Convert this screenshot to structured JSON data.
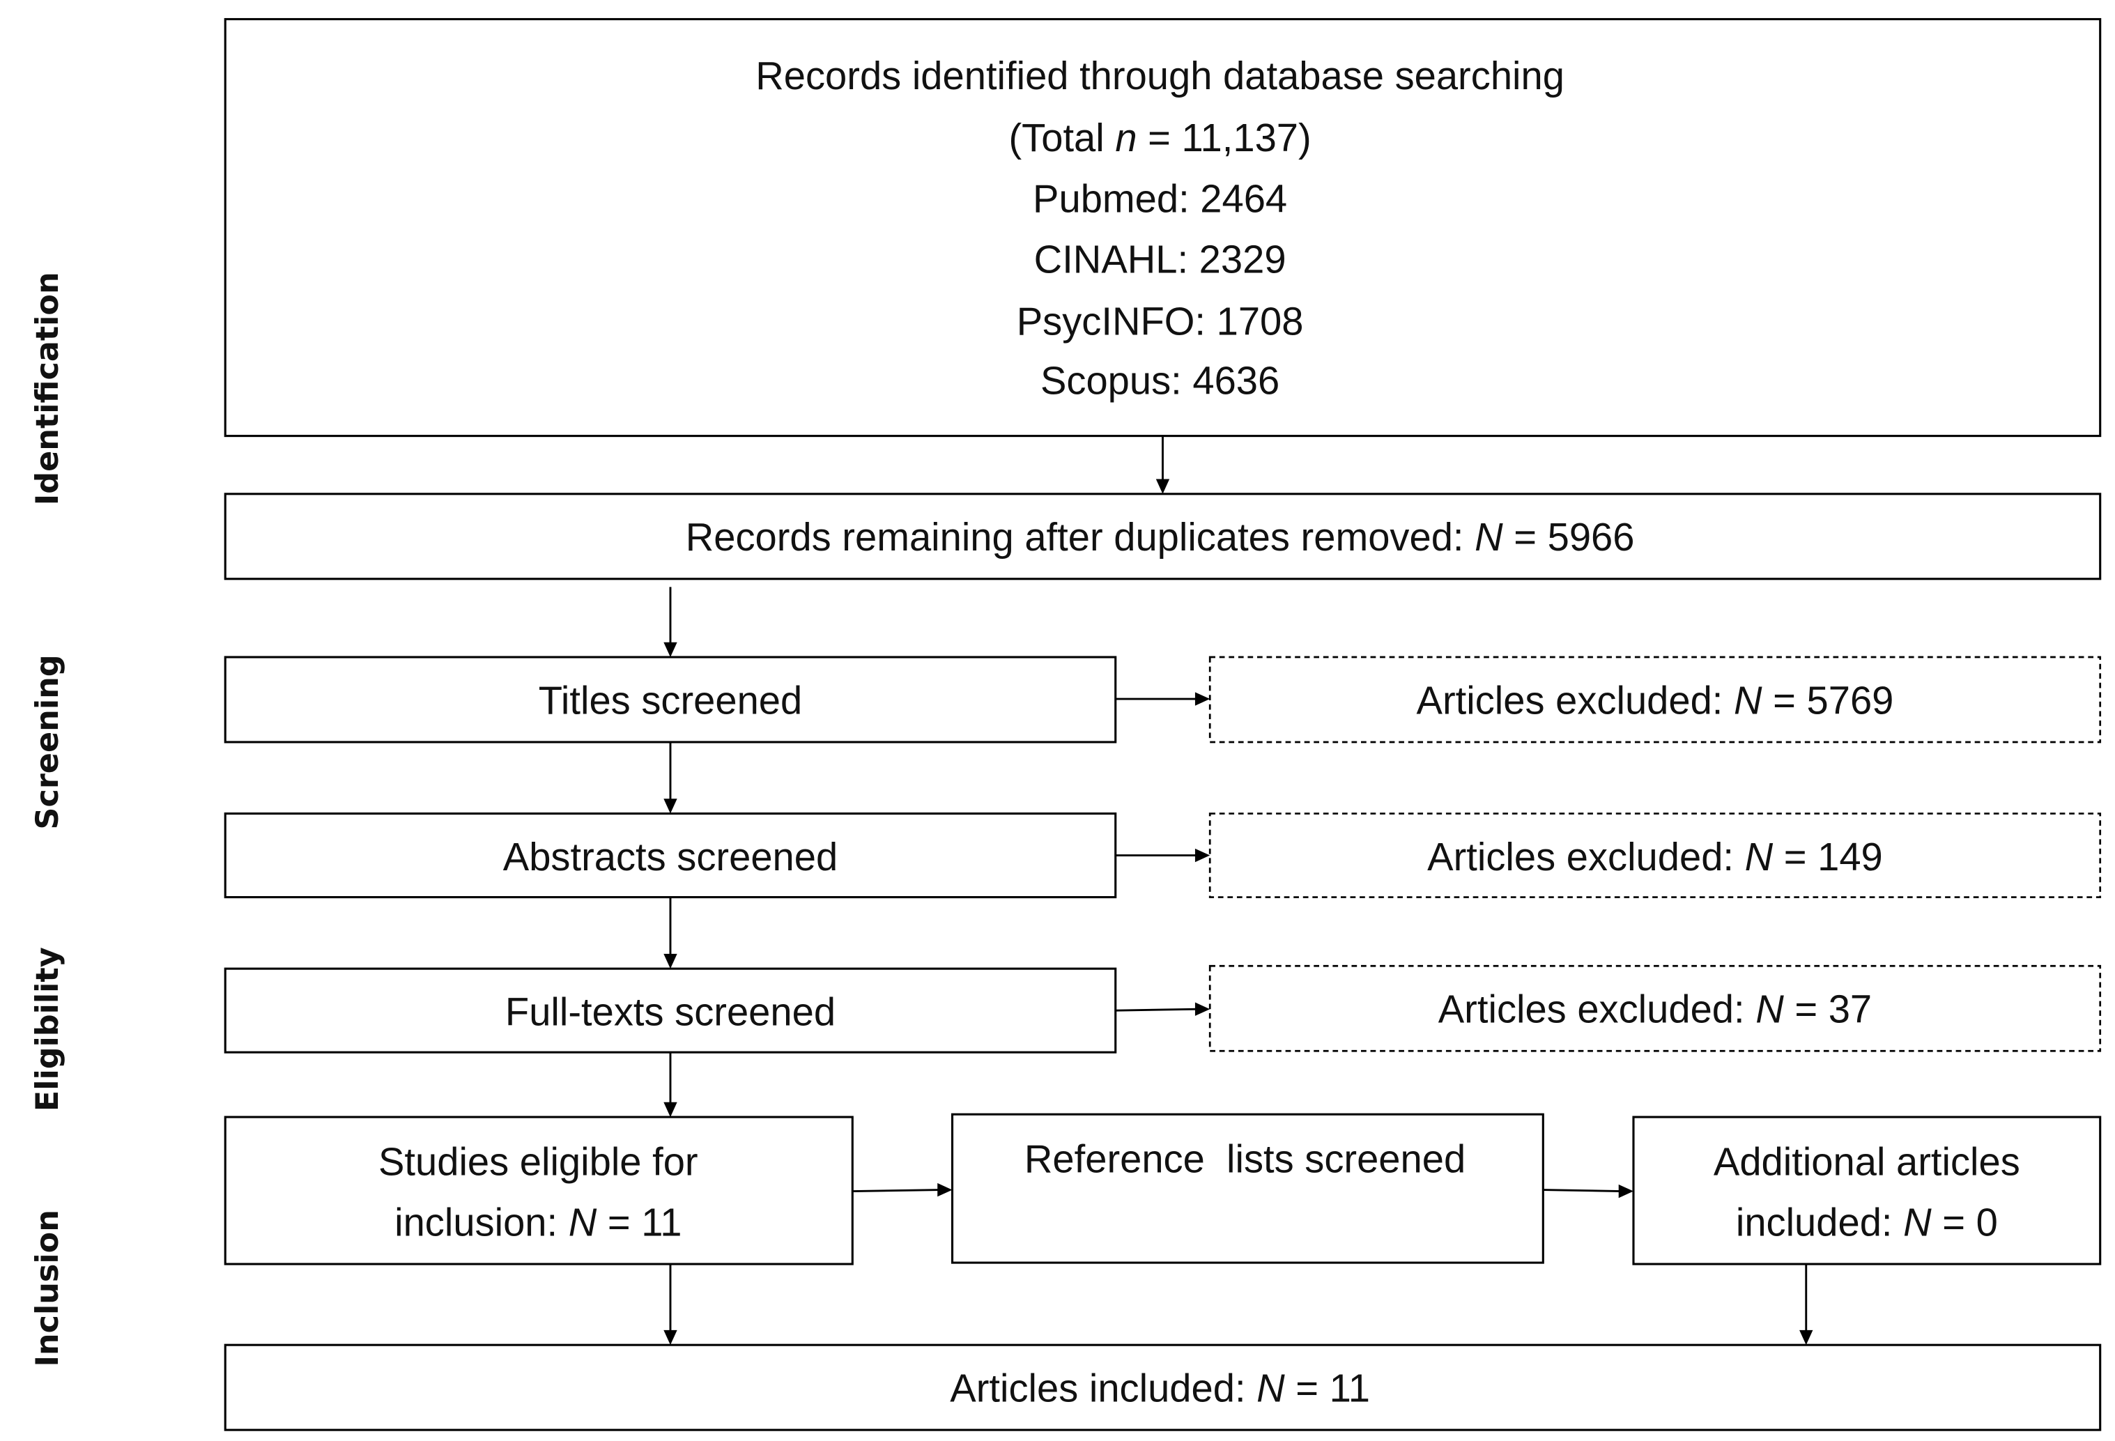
{
  "stages": {
    "identification": "Identification",
    "screening": "Screening",
    "eligibility": "Eligibility",
    "inclusion": "Inclusion"
  },
  "identified": {
    "line1": "Records identified through database searching",
    "total_prefix": "(Total ",
    "total_var": "n",
    "total_suffix": " = 11,137)",
    "pubmed": "Pubmed: 2464",
    "cinahl": "CINAHL: 2329",
    "psycinfo": "PsycINFO: 1708",
    "scopus": "Scopus: 4636"
  },
  "deduplicated": {
    "prefix": "Records remaining after duplicates removed: ",
    "var": "N",
    "suffix": " = 5966"
  },
  "titles": {
    "label": "Titles screened",
    "excluded_prefix": "Articles excluded: ",
    "var": "N",
    "excluded_suffix": " = 5769"
  },
  "abstracts": {
    "label": "Abstracts screened",
    "excluded_prefix": "Articles excluded: ",
    "var": "N",
    "excluded_suffix": " = 149"
  },
  "fulltexts": {
    "label": "Full-texts screened",
    "excluded_prefix": "Articles excluded: ",
    "var": "N",
    "excluded_suffix": " = 37"
  },
  "eligible": {
    "line1": "Studies eligible for",
    "prefix": "inclusion: ",
    "var": "N",
    "suffix": " = 11"
  },
  "reference": {
    "label": "Reference  lists screened"
  },
  "additional": {
    "line1": "Additional articles",
    "prefix": "included: ",
    "var": "N",
    "suffix": " = 0"
  },
  "included": {
    "prefix": "Articles included: ",
    "var": "N",
    "suffix": " = 11"
  }
}
